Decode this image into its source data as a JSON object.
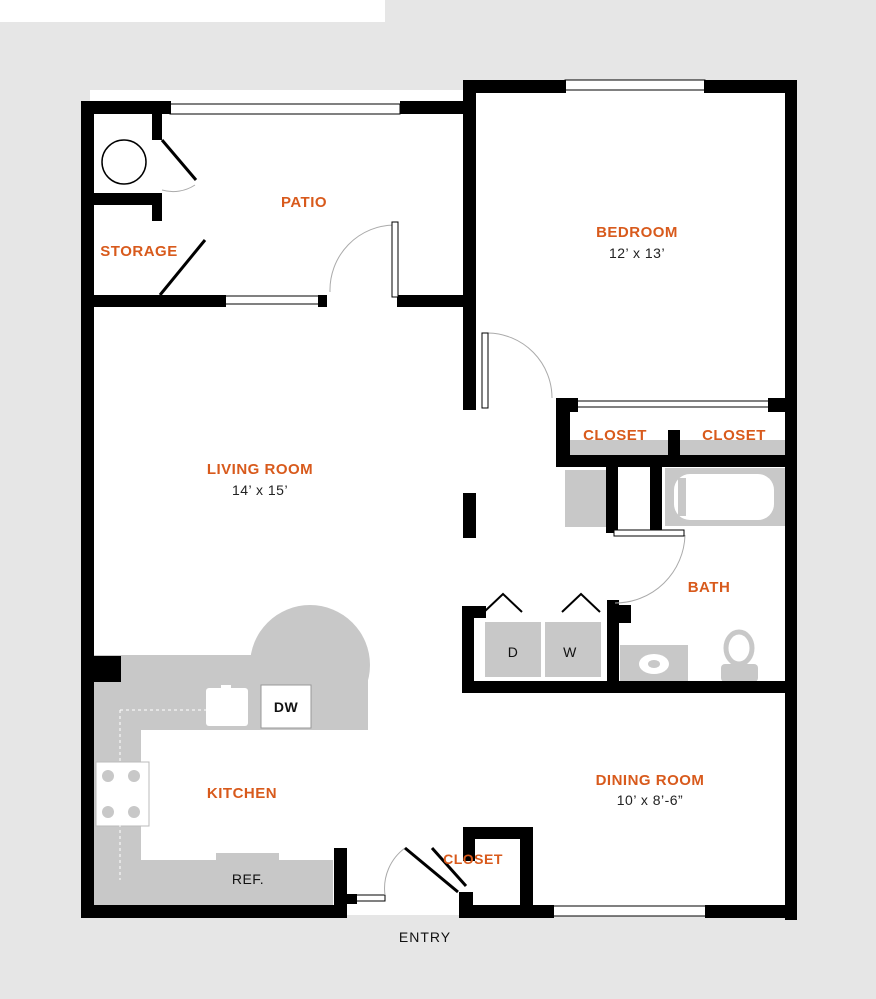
{
  "colors": {
    "label_orange": "#d85a1c",
    "wall": "#000000",
    "fixture_gray": "#c8c8c8",
    "background": "#e6e6e6"
  },
  "rooms": {
    "patio": "PATIO",
    "storage": "STORAGE",
    "bedroom": "BEDROOM",
    "bedroom_size": "12’ x 13’",
    "living_room": "LIVING ROOM",
    "living_room_size": "14’ x 15’",
    "closet_left": "CLOSET",
    "closet_right": "CLOSET",
    "bath": "BATH",
    "kitchen": "KITCHEN",
    "dining_room": "DINING ROOM",
    "dining_room_size": "10’ x 8’-6”",
    "entry_closet": "CLOSET"
  },
  "appliances": {
    "dishwasher": "DW",
    "dryer": "D",
    "washer": "W",
    "refrigerator": "REF."
  },
  "entry": "ENTRY"
}
